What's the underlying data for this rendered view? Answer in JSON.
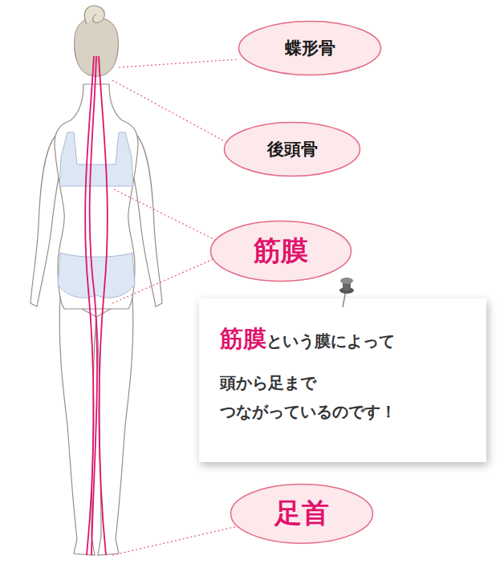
{
  "diagram": {
    "nodes": [
      {
        "text": [
          "蝶形骨"
        ]
      },
      {
        "text": [
          "後頭骨"
        ]
      },
      {
        "text": [
          "筋膜"
        ]
      },
      {
        "text": [
          "筋膜",
          "という膜によって",
          "頭から足まで つながっているのです！"
        ]
      },
      {
        "text": [
          "足首"
        ]
      }
    ]
  }
}
